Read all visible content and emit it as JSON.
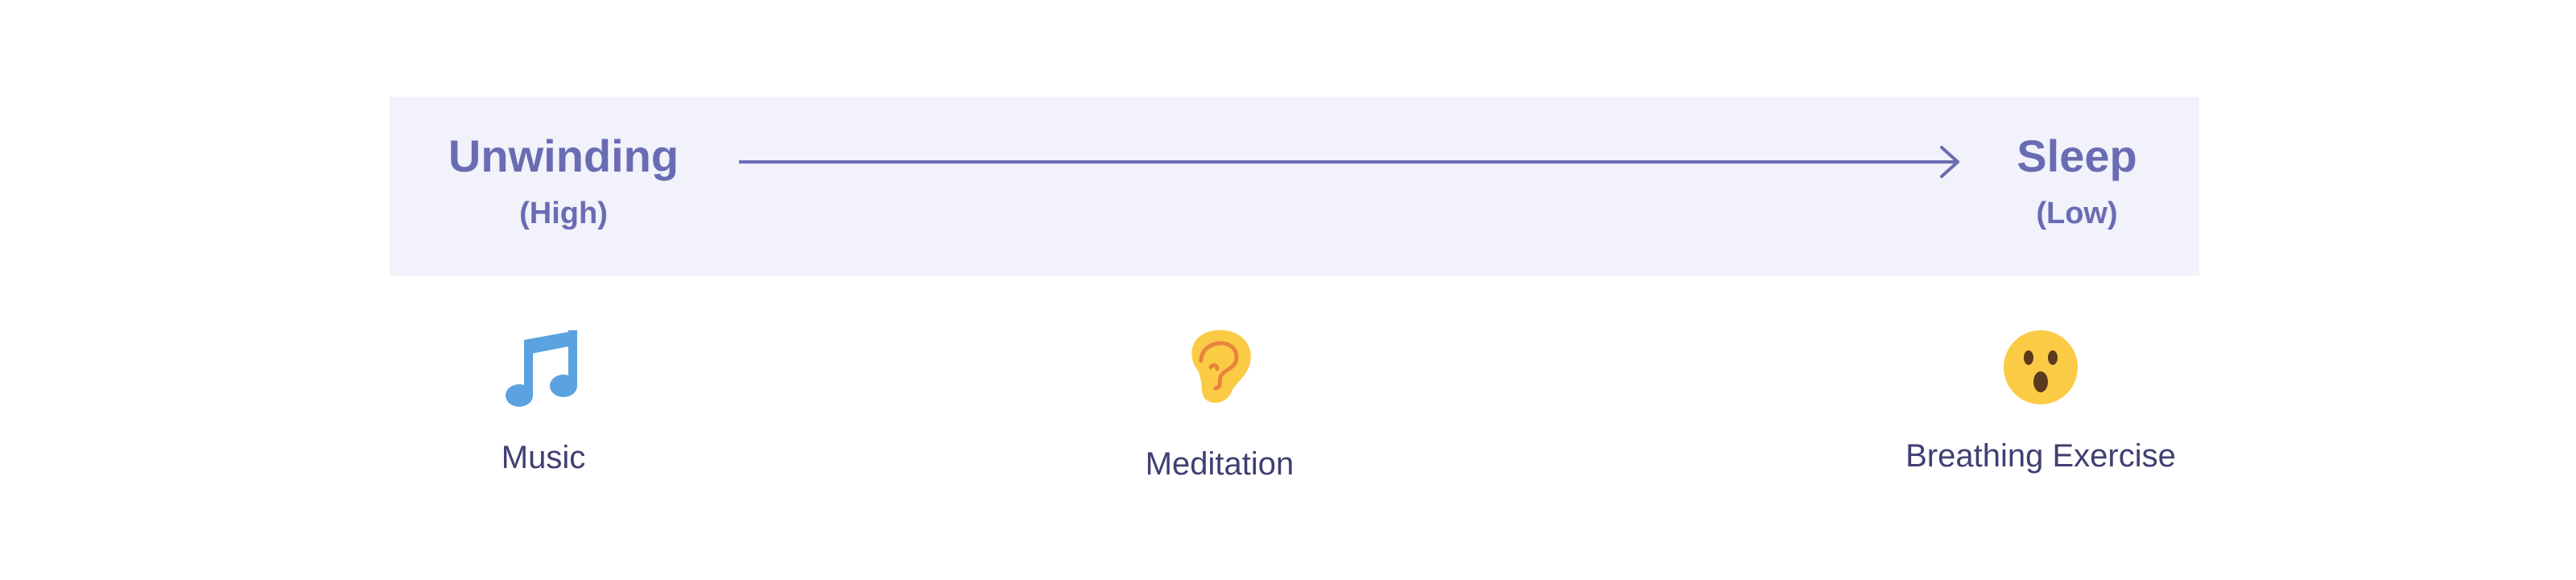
{
  "scale": {
    "start": {
      "title": "Unwinding",
      "level": "(High)"
    },
    "end": {
      "title": "Sleep",
      "level": "(Low)"
    },
    "accent_color": "#6a6cb3",
    "band_color": "#f1f2fa"
  },
  "items": [
    {
      "label": "Music",
      "icon": "musical-notes-icon"
    },
    {
      "label": "Meditation",
      "icon": "ear-icon"
    },
    {
      "label": "Breathing Exercise",
      "icon": "surprised-face-icon"
    }
  ]
}
